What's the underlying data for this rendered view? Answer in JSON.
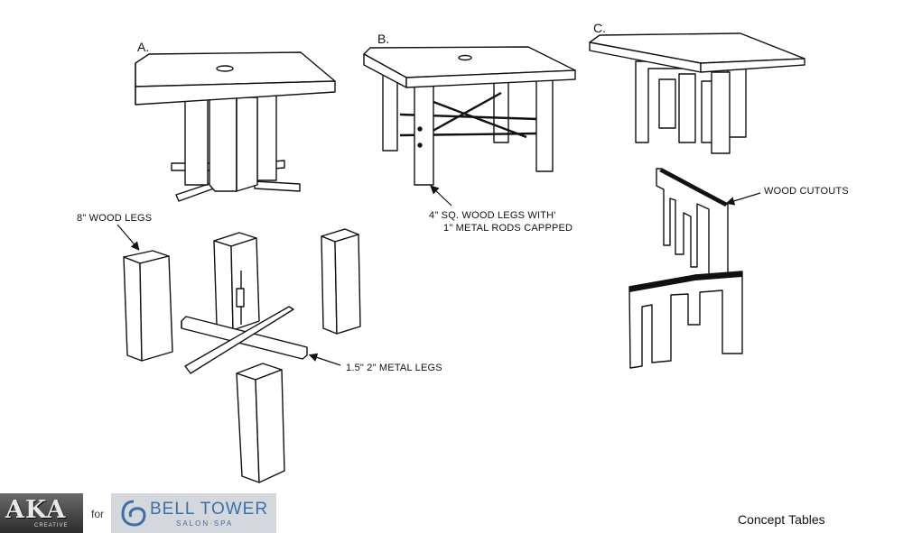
{
  "labels": {
    "option_a": "A.",
    "option_b": "B.",
    "option_c": "C.",
    "wood_legs": "8\" WOOD LEGS",
    "metal_legs": "1.5\" 2\" METAL LEGS",
    "b_note_line1": "4\" SQ. WOOD LEGS WITH'",
    "b_note_line2": "1\" METAL RODS CAPPPED",
    "wood_cutouts": "WOOD CUTOUTS"
  },
  "caption": {
    "word1": "Concept",
    "word2": "Tables"
  },
  "footer": {
    "aka_logo": "AKA",
    "aka_sub": "CREATIVE",
    "for_text": "for",
    "bell_name": "BELL TOWER",
    "bell_sub": "SALON·SPA"
  },
  "colors": {
    "stroke": "#111111",
    "fill": "#ffffff",
    "bell_brand": "#3a6fa8"
  }
}
